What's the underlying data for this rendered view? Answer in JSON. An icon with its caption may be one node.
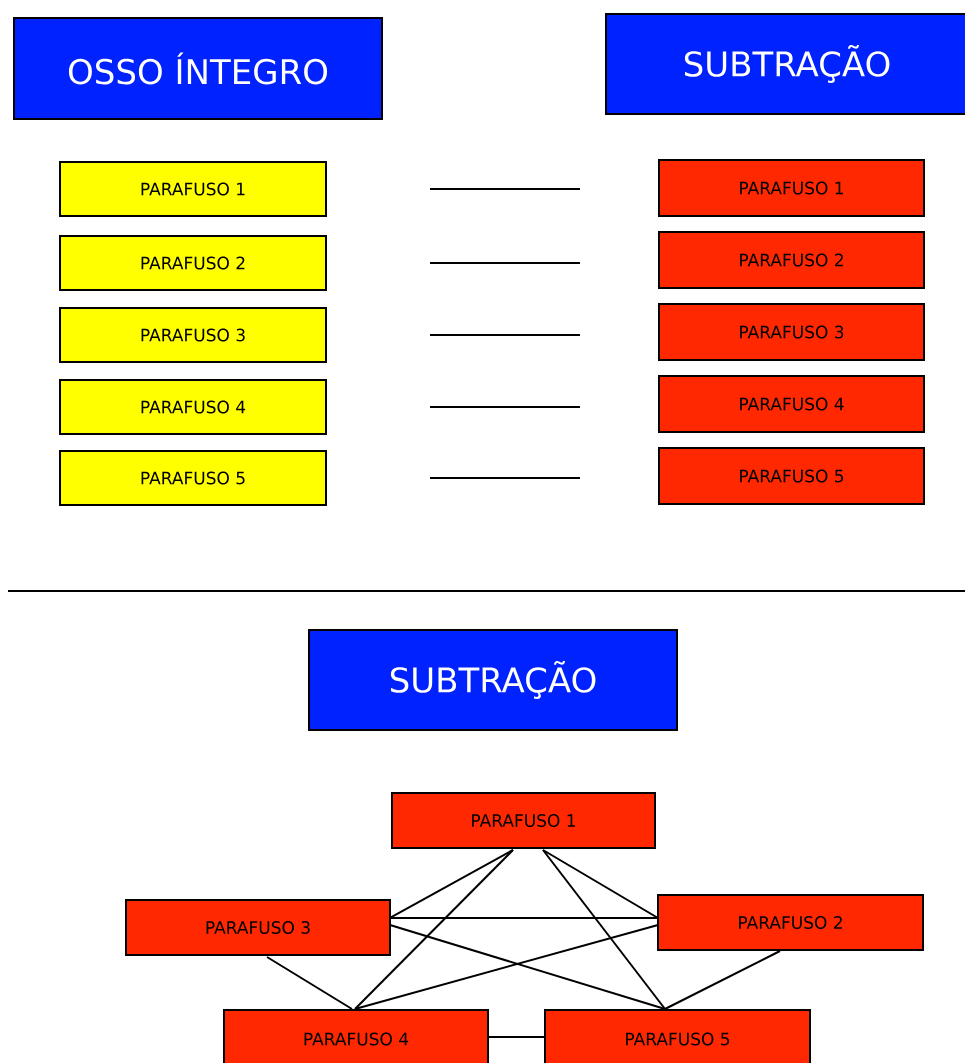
{
  "diagram": {
    "nodes": [
      {
        "text": [
          "OSSO ÍNTEGRO"
        ]
      },
      {
        "text": [
          "SUBTRAÇÃO"
        ]
      },
      {
        "text": [
          "PARAFUSO 1"
        ]
      },
      {
        "text": [
          "PARAFUSO 2"
        ]
      },
      {
        "text": [
          "PARAFUSO 3"
        ]
      },
      {
        "text": [
          "PARAFUSO 4"
        ]
      },
      {
        "text": [
          "PARAFUSO 5"
        ]
      },
      {
        "text": [
          "PARAFUSO 1"
        ]
      },
      {
        "text": [
          "PARAFUSO 2"
        ]
      },
      {
        "text": [
          "PARAFUSO 3"
        ]
      },
      {
        "text": [
          "PARAFUSO 4"
        ]
      },
      {
        "text": [
          "PARAFUSO 5"
        ]
      },
      {
        "text": [
          "SUBTRAÇÃO"
        ]
      },
      {
        "text": [
          "PARAFUSO 1"
        ]
      },
      {
        "text": [
          "PARAFUSO 3"
        ]
      },
      {
        "text": [
          "PARAFUSO 2"
        ]
      },
      {
        "text": [
          "PARAFUSO 4"
        ]
      },
      {
        "text": [
          "PARAFUSO 5"
        ]
      }
    ],
    "edges": [
      {
        "from": 13,
        "to": 14,
        "arrow": "none"
      },
      {
        "from": 13,
        "to": 16,
        "arrow": "none"
      },
      {
        "from": 13,
        "to": 15,
        "arrow": "none"
      },
      {
        "from": 13,
        "to": 17,
        "arrow": "none"
      },
      {
        "from": 14,
        "to": 15,
        "arrow": "none"
      },
      {
        "from": 14,
        "to": 17,
        "arrow": "none"
      },
      {
        "from": 15,
        "to": 16,
        "arrow": "none"
      },
      {
        "from": 14,
        "to": 16,
        "arrow": "none"
      },
      {
        "from": 15,
        "to": 17,
        "arrow": "none"
      },
      {
        "from": 16,
        "to": 17,
        "arrow": "none"
      }
    ]
  }
}
